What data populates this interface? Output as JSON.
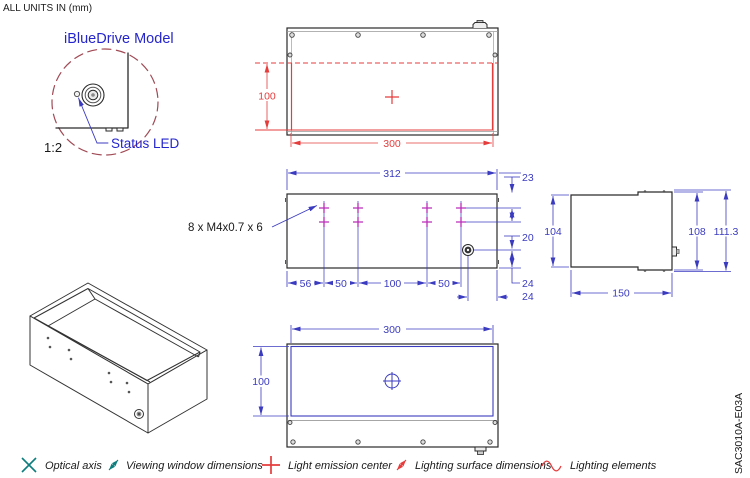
{
  "notes": {
    "units": "ALL UNITS IN (mm)",
    "doc_number": "SAC3010A-E03A"
  },
  "detail_view": {
    "title": "iBlueDrive Model",
    "scale_label": "1:2",
    "led_label": "Status LED"
  },
  "front_view": {
    "height": "100",
    "width": "300"
  },
  "top_view": {
    "overall_width": "312",
    "holes_note": "8 x M4x0.7 x 6",
    "bottom_dims": {
      "s56": "56",
      "s50a": "50",
      "s100": "100",
      "s50b": "50"
    },
    "right_dims": {
      "d23": "23",
      "d20": "20",
      "d24a": "24",
      "d24b": "24"
    }
  },
  "side_view": {
    "d104": "104",
    "d108": "108",
    "d111_3": "111.3",
    "d150": "150"
  },
  "bottom_view": {
    "width": "300",
    "height": "100"
  },
  "legend": {
    "items": [
      {
        "icon": "optical-axis-cross-icon",
        "label": "Optical axis"
      },
      {
        "icon": "viewing-window-arrow-icon",
        "label": "Viewing window dimensions"
      },
      {
        "icon": "light-emission-plus-icon",
        "label": "Light emission center"
      },
      {
        "icon": "lighting-surface-arrow-icon",
        "label": "Lighting surface dimensions"
      },
      {
        "icon": "lighting-elements-wave-icon",
        "label": "Lighting elements"
      }
    ]
  },
  "colors": {
    "dimension_blue": "#3b3bc0",
    "dimension_red": "#e53c3c",
    "hole_magenta": "#bb2cbb",
    "detail_circle_maroon": "#a04a55",
    "legend_teal": "#0e7d7d",
    "label_blue": "#2525cd",
    "outline_black": "#2a2a2a"
  }
}
